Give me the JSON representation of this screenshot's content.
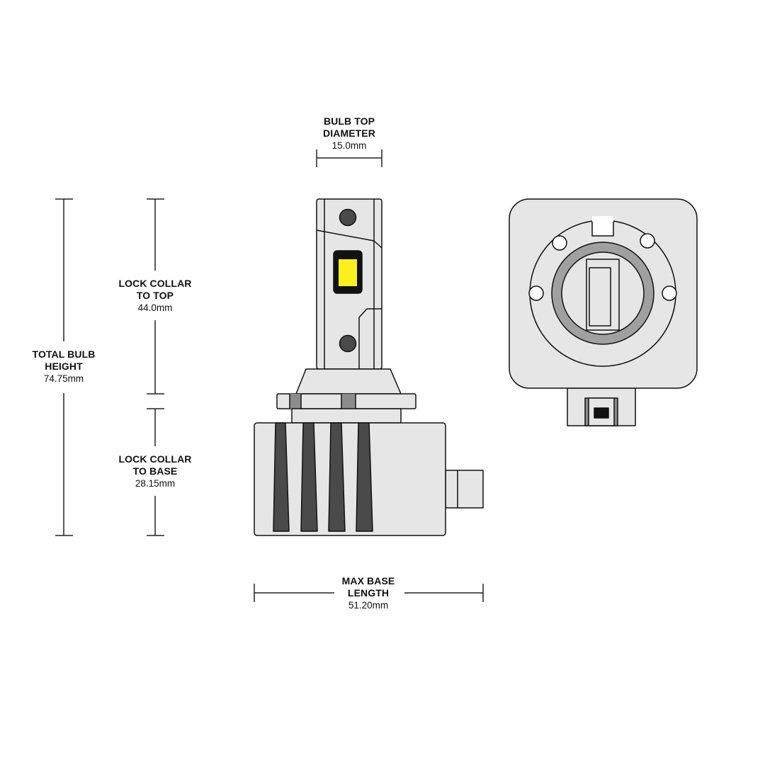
{
  "colors": {
    "body": "#e6e6e6",
    "outline": "#111111",
    "fin": "#4a4a4a",
    "tab": "#8c8c8c",
    "ring": "#a0a0a0",
    "led": "#fbf01e",
    "line": "#222222"
  },
  "dimensions": {
    "bulb_top_diameter": {
      "title_line1": "BULB TOP",
      "title_line2": "DIAMETER",
      "value": "15.0mm"
    },
    "lock_collar_to_top": {
      "title_line1": "LOCK COLLAR",
      "title_line2": "TO TOP",
      "value": "44.0mm"
    },
    "total_bulb_height": {
      "title_line1": "TOTAL BULB",
      "title_line2": "HEIGHT",
      "value": "74.75mm"
    },
    "lock_collar_to_base": {
      "title_line1": "LOCK COLLAR",
      "title_line2": "TO BASE",
      "value": "28.15mm"
    },
    "max_base_length": {
      "title_line1": "MAX BASE",
      "title_line2": "LENGTH",
      "value": "51.20mm"
    }
  }
}
